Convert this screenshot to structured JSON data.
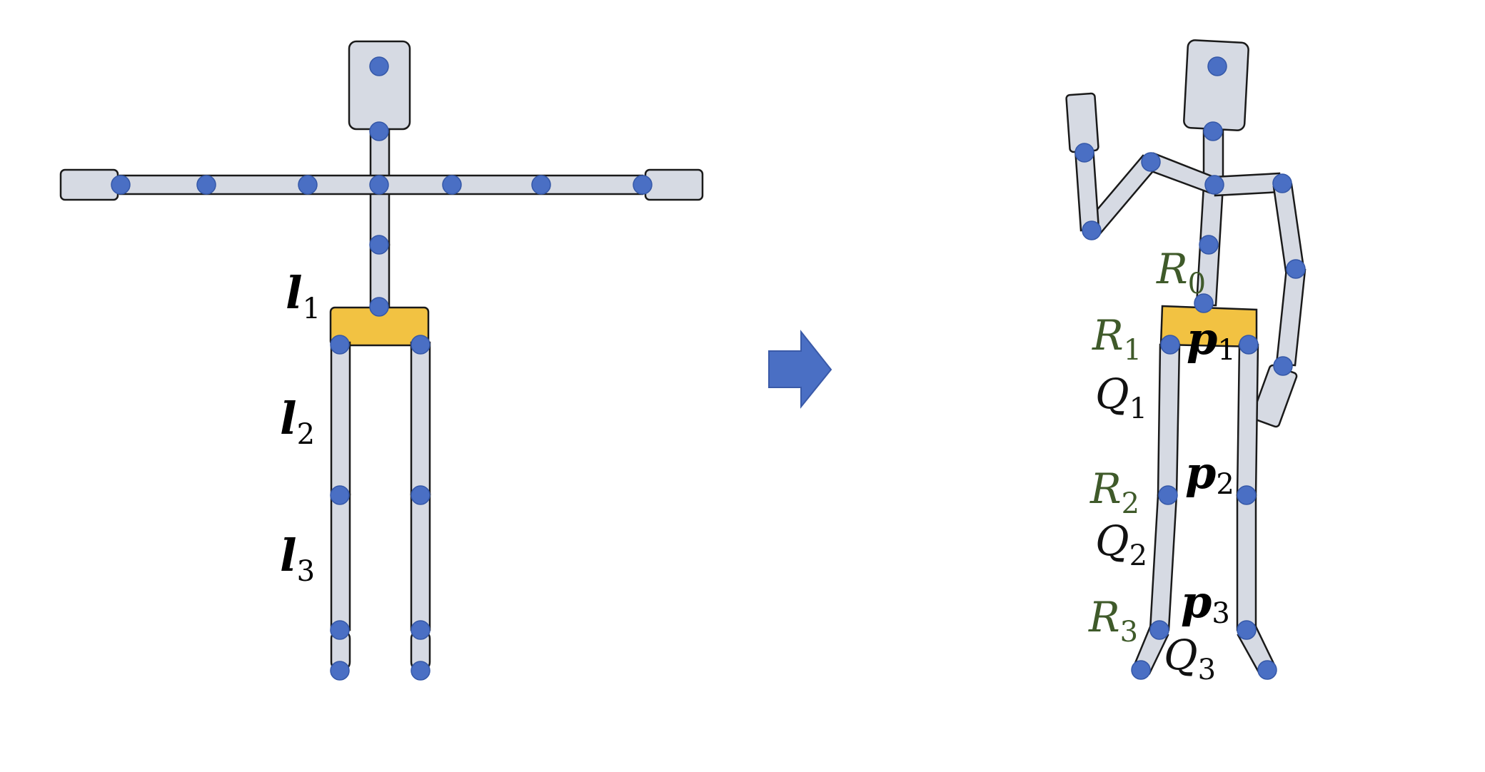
{
  "colors": {
    "segment_fill": "#d6dae3",
    "pelvis_fill": "#f2c242",
    "joint": "#4a6fc4",
    "rotation_label": "#3f5a2a",
    "arrow": "#4a6fc4"
  },
  "left_labels": {
    "l1": {
      "base": "l",
      "sub": "1"
    },
    "l2": {
      "base": "l",
      "sub": "2"
    },
    "l3": {
      "base": "l",
      "sub": "3"
    }
  },
  "right_labels": {
    "R0": {
      "base": "R",
      "sub": "0"
    },
    "R1": {
      "base": "R",
      "sub": "1"
    },
    "R2": {
      "base": "R",
      "sub": "2"
    },
    "R3": {
      "base": "R",
      "sub": "3"
    },
    "Q1": {
      "base": "Q",
      "sub": "1"
    },
    "Q2": {
      "base": "Q",
      "sub": "2"
    },
    "Q3": {
      "base": "Q",
      "sub": "3"
    },
    "p1": {
      "base": "p",
      "sub": "1"
    },
    "p2": {
      "base": "p",
      "sub": "2"
    },
    "p3": {
      "base": "p",
      "sub": "3"
    }
  },
  "icons": {
    "arrow": "right-arrow-icon"
  }
}
